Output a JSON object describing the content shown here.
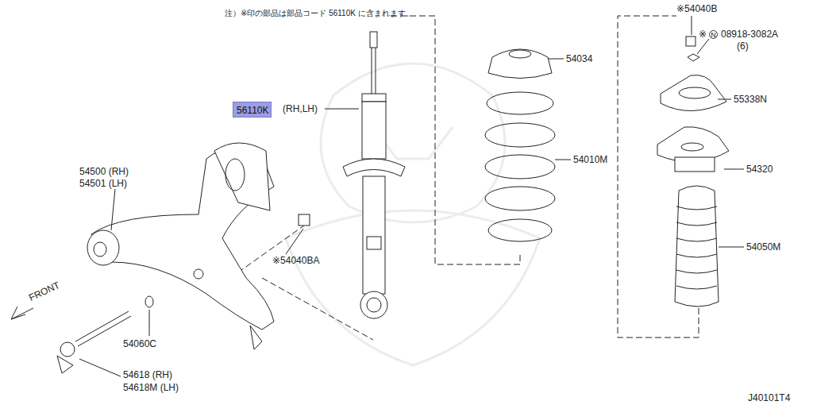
{
  "diagram": {
    "nodes": [
      {
        "text": [
          "56110K"
        ]
      }
    ],
    "labels": [
      "注）※印の部品は部品コード 56110K に含まれます。",
      "(RH,LH)",
      "54034",
      "54010M",
      "※54040B",
      "※",
      "N",
      "08918-3082A",
      "(6)",
      "55338N",
      "54320",
      "54050M",
      "54500 (RH)",
      "54501 (LH)",
      "※54040BA",
      "54060C",
      "54618 (RH)",
      "54618M (LH)",
      "FRONT",
      "J40101T4"
    ]
  }
}
